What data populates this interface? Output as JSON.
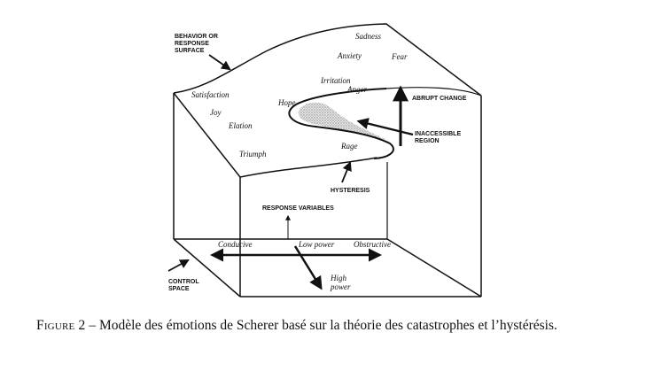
{
  "diagram": {
    "labels": {
      "behavior_surface": [
        "BEHAVIOR OR",
        "RESPONSE",
        "SURFACE"
      ],
      "abrupt_change": "ABRUPT CHANGE",
      "inaccessible_region": [
        "INACCESSIBLE",
        "REGION"
      ],
      "hysteresis": "HYSTERESIS",
      "response_variables": "RESPONSE VARIABLES",
      "control_space": [
        "CONTROL",
        "SPACE"
      ]
    },
    "emotions": {
      "sadness": "Sadness",
      "anxiety": "Anxiety",
      "fear": "Fear",
      "irritation": "Irritation",
      "anger": "Anger",
      "hope": "Hope",
      "satisfaction": "Satisfaction",
      "joy": "Joy",
      "elation": "Elation",
      "triumph": "Triumph",
      "rage": "Rage"
    },
    "control_axis": {
      "conducive": "Conducive",
      "low_power": "Low power",
      "obstructive": "Obstructive",
      "high_power": [
        "High",
        "power"
      ]
    }
  },
  "caption": {
    "label": "Figure 2",
    "separator": " – ",
    "text": "Modèle des émotions de Scherer basé sur la théorie des catastrophes et l’hystérésis."
  }
}
